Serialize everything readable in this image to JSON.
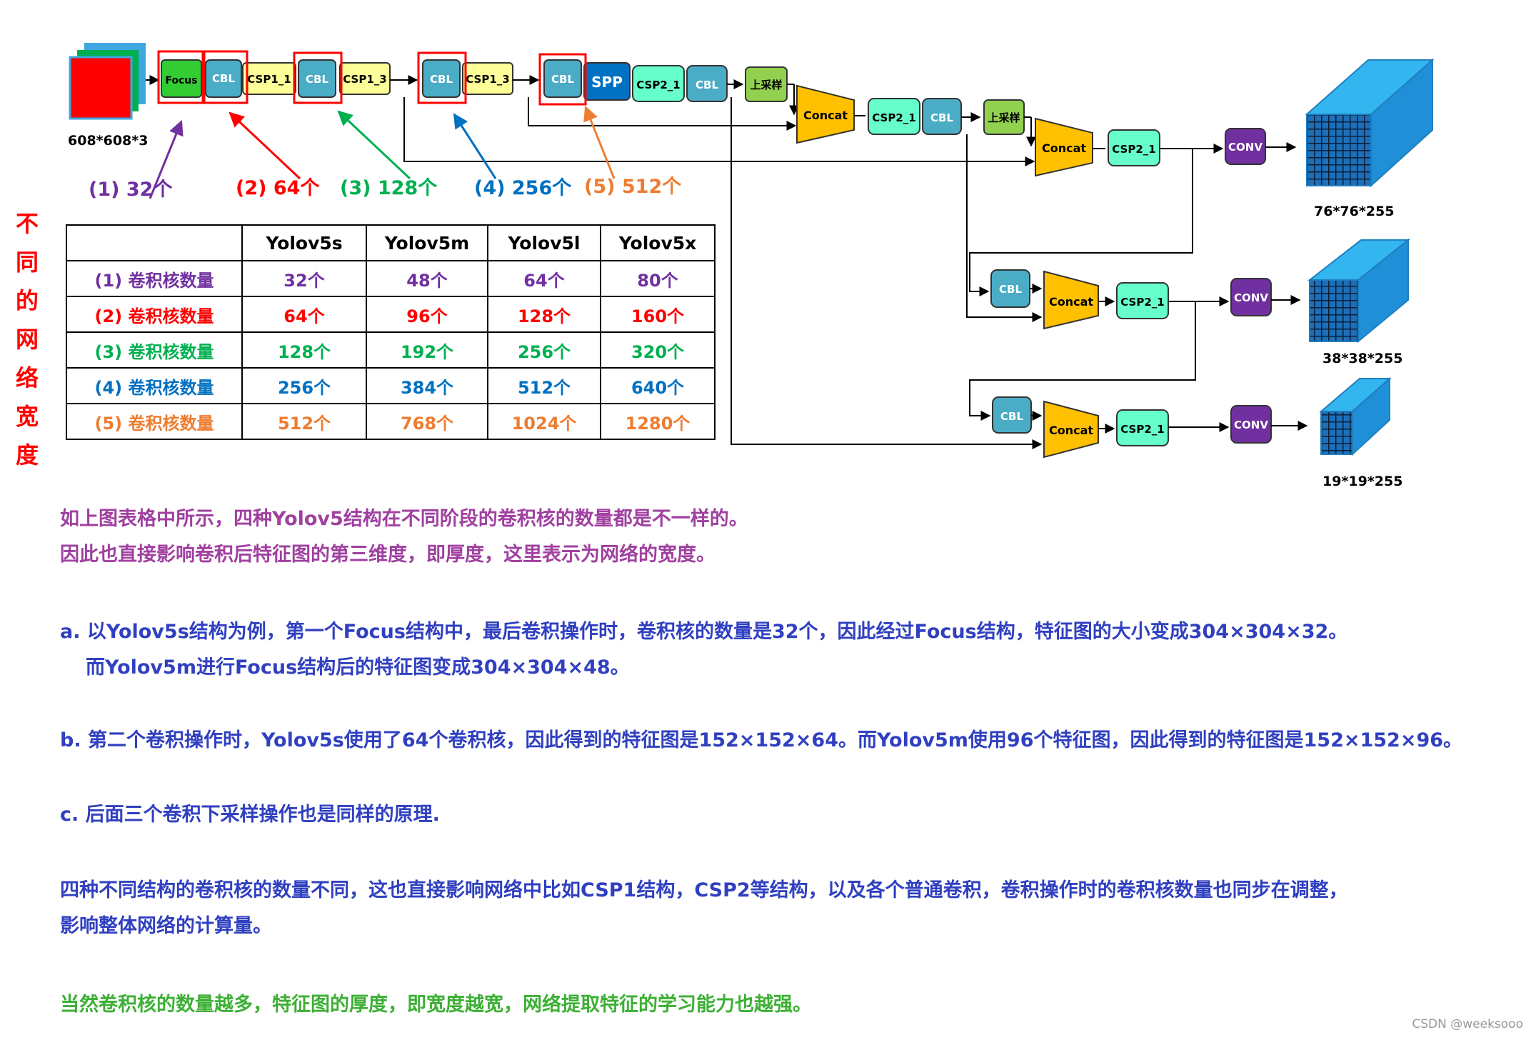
{
  "diagram": {
    "input_size": "608*608*3",
    "blocks": {
      "focus": "Focus",
      "cbl": "CBL",
      "csp1_1": "CSP1_1",
      "csp1_3": "CSP1_3",
      "spp": "SPP",
      "csp2_1": "CSP2_1",
      "upsample": "上采样",
      "concat": "Concat",
      "conv": "CONV"
    },
    "stage_labels": [
      {
        "id": "1",
        "text": "(1) 32个",
        "color": "#7030a0"
      },
      {
        "id": "2",
        "text": "(2) 64个",
        "color": "#ff0000"
      },
      {
        "id": "3",
        "text": "(3) 128个",
        "color": "#00b050"
      },
      {
        "id": "4",
        "text": "(4) 256个",
        "color": "#0070c0"
      },
      {
        "id": "5",
        "text": "(5) 512个",
        "color": "#ed7d31"
      }
    ],
    "outputs": [
      "76*76*255",
      "38*38*255",
      "19*19*255"
    ]
  },
  "side_title": [
    "不",
    "同",
    "的",
    "网",
    "络",
    "宽",
    "度"
  ],
  "table": {
    "headers": [
      "",
      "Yolov5s",
      "Yolov5m",
      "Yolov5l",
      "Yolov5x"
    ],
    "rows": [
      {
        "label": "(1) 卷积核数量",
        "cells": [
          "32个",
          "48个",
          "64个",
          "80个"
        ],
        "color": "#7030a0"
      },
      {
        "label": "(2) 卷积核数量",
        "cells": [
          "64个",
          "96个",
          "128个",
          "160个"
        ],
        "color": "#ff0000"
      },
      {
        "label": "(3) 卷积核数量",
        "cells": [
          "128个",
          "192个",
          "256个",
          "320个"
        ],
        "color": "#00b050"
      },
      {
        "label": "(4) 卷积核数量",
        "cells": [
          "256个",
          "384个",
          "512个",
          "640个"
        ],
        "color": "#0070c0"
      },
      {
        "label": "(5) 卷积核数量",
        "cells": [
          "512个",
          "768个",
          "1024个",
          "1280个"
        ],
        "color": "#ed7d31"
      }
    ]
  },
  "text": {
    "p1": "如上图表格中所示，四种Yolov5结构在不同阶段的卷积核的数量都是不一样的。",
    "p2": "因此也直接影响卷积后特征图的第三维度，即厚度，这里表示为网络的宽度。",
    "a1": "a. 以Yolov5s结构为例，第一个Focus结构中，最后卷积操作时，卷积核的数量是32个，因此经过Focus结构，特征图的大小变成304×304×32。",
    "a2": "而Yolov5m进行Focus结构后的特征图变成304×304×48。",
    "b": "b. 第二个卷积操作时，Yolov5s使用了64个卷积核，因此得到的特征图是152×152×64。而Yolov5m使用96个特征图，因此得到的特征图是152×152×96。",
    "c": "c. 后面三个卷积下采样操作也是同样的原理.",
    "d1": "四种不同结构的卷积核的数量不同，这也直接影响网络中比如CSP1结构，CSP2等结构，以及各个普通卷积，卷积操作时的卷积核数量也同步在调整，",
    "d2": "影响整体网络的计算量。",
    "e": "当然卷积核的数量越多，特征图的厚度，即宽度越宽，网络提取特征的学习能力也越强。"
  },
  "credit": "CSDN @weeksooo",
  "colors": {
    "purple": "#7030a0",
    "red": "#ff0000",
    "green": "#00b050",
    "blue": "#0070c0",
    "orange": "#ed7d31",
    "cbl": "#4bacc6",
    "csp": "#66ffcc",
    "concat": "#ffc000",
    "conv": "#7030a0",
    "spp": "#0070c0",
    "focus": "#33cc33",
    "upsample": "#92d050",
    "cube": "#1fa3e6"
  }
}
